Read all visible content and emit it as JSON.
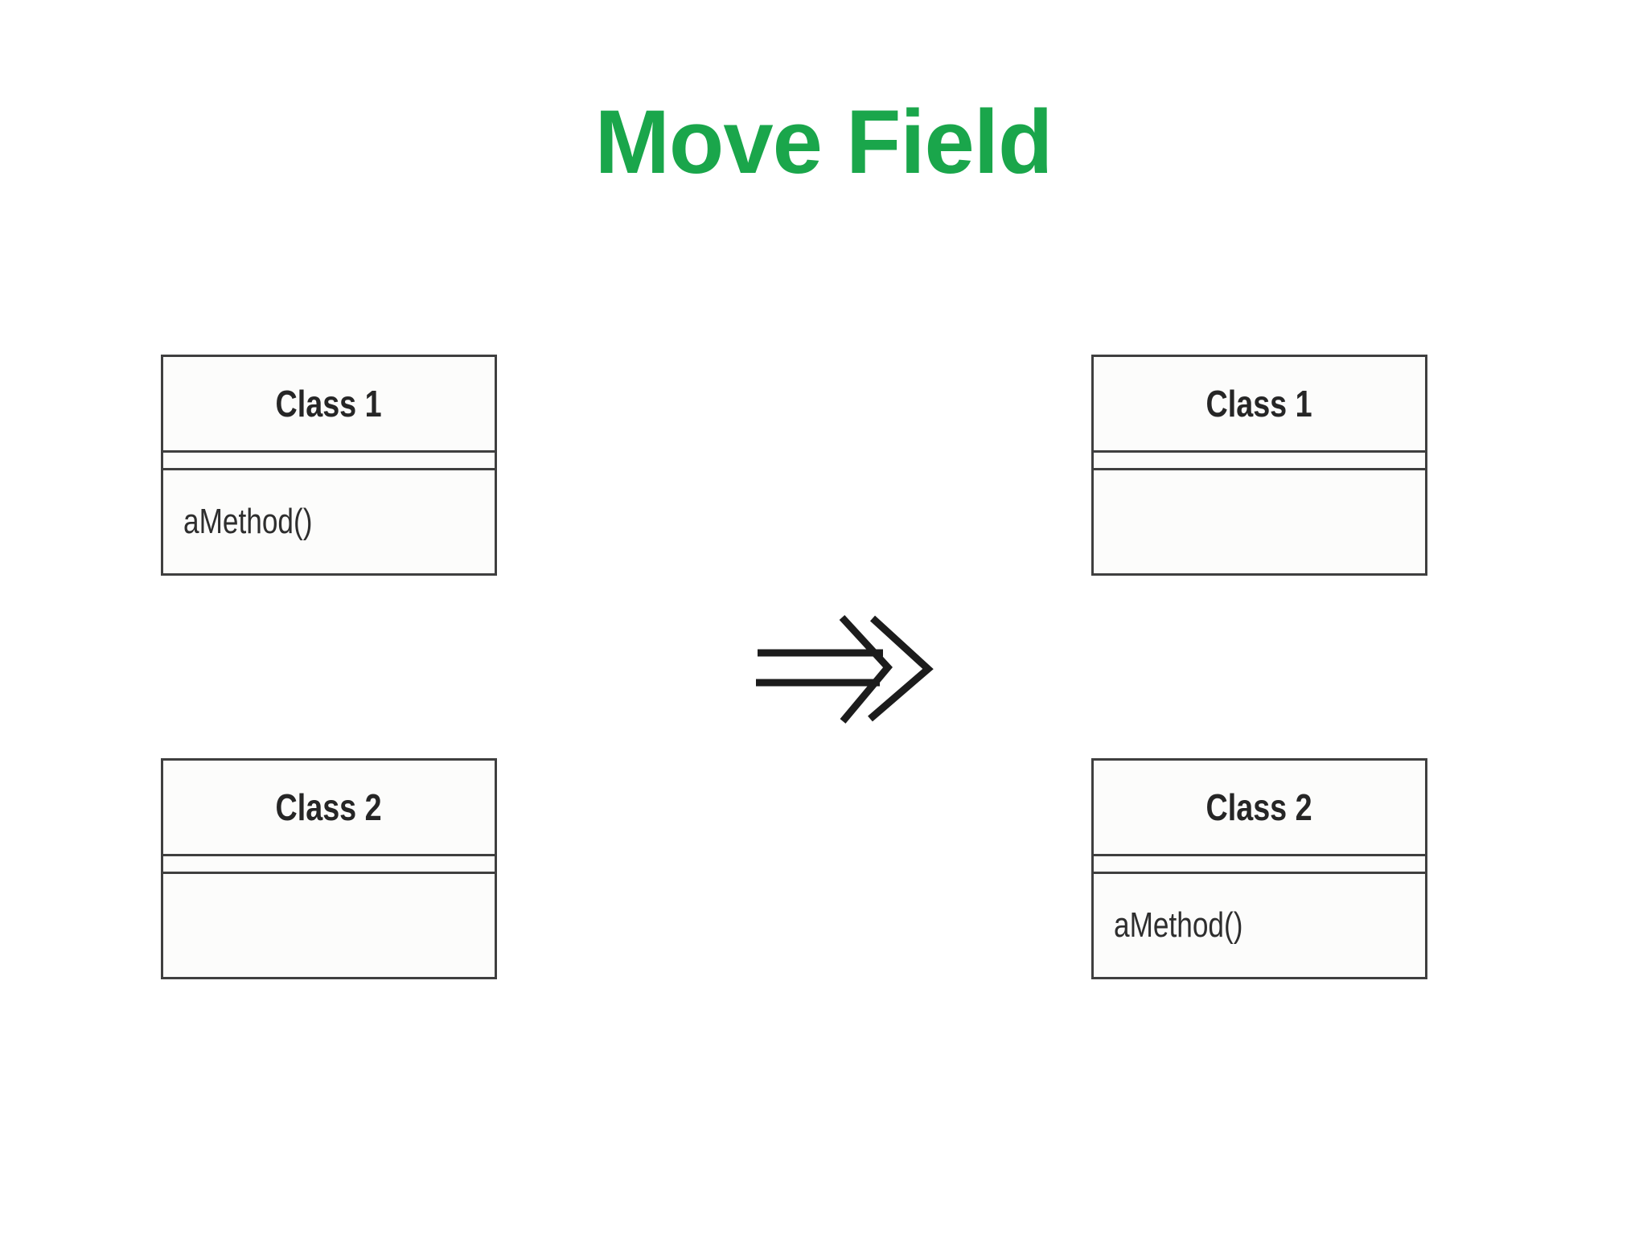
{
  "slide": {
    "title": {
      "text": "Move Field",
      "color": "#1AA64B"
    }
  },
  "diagram": {
    "type": "uml-class-refactoring",
    "arrow": {
      "icon": "double-chevron-right-arrow-icon",
      "meaning": "transforms to",
      "color": "#1C1C1C"
    },
    "before": {
      "classes": [
        {
          "name": "Class 1",
          "attributes": [],
          "methods": [
            "aMethod()"
          ]
        },
        {
          "name": "Class 2",
          "attributes": [],
          "methods": []
        }
      ]
    },
    "after": {
      "classes": [
        {
          "name": "Class 1",
          "attributes": [],
          "methods": []
        },
        {
          "name": "Class 2",
          "attributes": [],
          "methods": [
            "aMethod()"
          ]
        }
      ]
    },
    "style": {
      "box_border_color": "#3F3F3F",
      "text_color": "#262626",
      "background_color": "#FFFFFF"
    }
  }
}
